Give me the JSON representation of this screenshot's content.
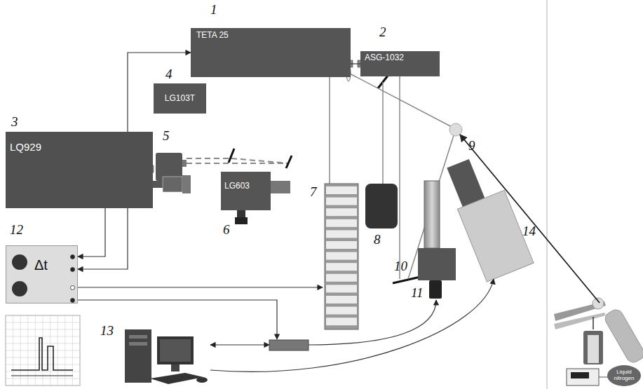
{
  "diagram": {
    "nodes": [
      {
        "text": [
          "TETA 25"
        ]
      },
      {
        "text": [
          "ASG-1032"
        ]
      },
      {
        "text": [
          "LQ929"
        ]
      },
      {
        "text": [
          "LG103T"
        ]
      },
      {
        "text": [
          "LG603"
        ]
      },
      {
        "text": [
          "Δt"
        ]
      },
      {
        "text": [
          "Liquid nitrogen"
        ]
      }
    ],
    "edges": [
      {
        "from": 2,
        "to": 0,
        "arrow": "to"
      },
      {
        "from": 0,
        "to": 1,
        "arrow": "none"
      },
      {
        "from": 2,
        "to": 5,
        "arrow": "to"
      },
      {
        "from": 2,
        "to": 5,
        "arrow": "to"
      }
    ],
    "labels": [
      "1",
      "2",
      "3",
      "4",
      "5",
      "6",
      "7",
      "8",
      "9",
      "10",
      "11",
      "12",
      "13",
      "14"
    ]
  }
}
